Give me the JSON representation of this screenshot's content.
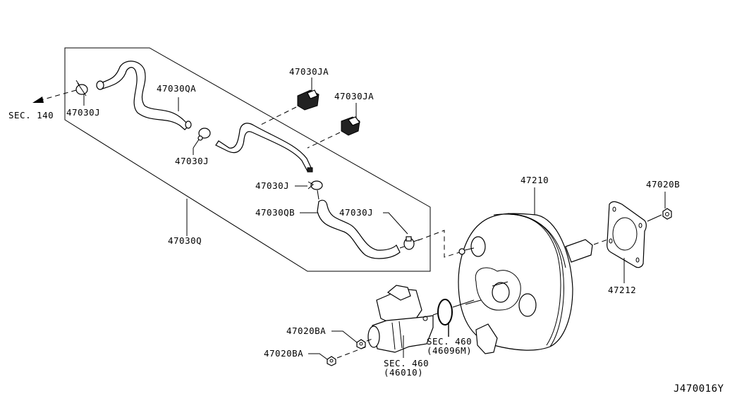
{
  "diagram": {
    "title_code": "J470016Y",
    "callouts": {
      "sec140": "SEC. 140",
      "clamp_left": "47030J",
      "hose_qa": "47030QA",
      "clamp_mid": "47030J",
      "check_valve_1": "47030JA",
      "check_valve_2": "47030JA",
      "clamp_upper": "47030J",
      "hose_qb": "47030QB",
      "clamp_right": "47030J",
      "hose_assembly": "47030Q",
      "booster": "47210",
      "nut_b": "47020B",
      "gasket": "47212",
      "nut_ba_1": "47020BA",
      "nut_ba_2": "47020BA",
      "sec460_oring": "SEC. 460",
      "sec460_oring_code": "(46096M)",
      "sec460_master": "SEC. 460",
      "sec460_master_code": "(46010)"
    }
  }
}
